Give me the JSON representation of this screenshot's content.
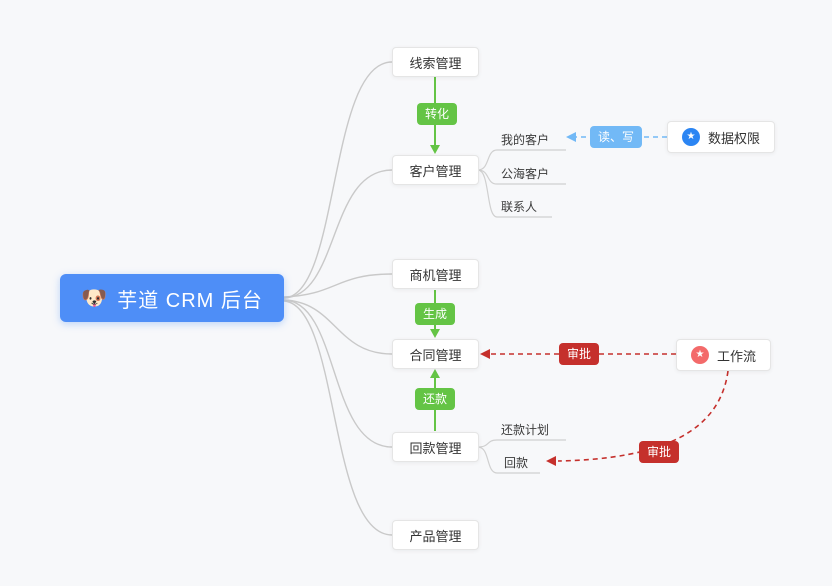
{
  "colors": {
    "background": "#f7f8fa",
    "root_blue": "#4e8ef7",
    "green": "#64c445",
    "light_blue": "#72b9f6",
    "red": "#c5302c",
    "node_border": "#e5e5e5",
    "line_gray": "#c9c9c9",
    "text": "#333333",
    "permission_icon_blue": "#2b85f3",
    "workflow_icon_pink": "#f36a6a"
  },
  "root": {
    "icon": "🐶",
    "label": "芋道 CRM 后台"
  },
  "nodes": {
    "leads": {
      "label": "线索管理"
    },
    "customers": {
      "label": "客户管理"
    },
    "opportunity": {
      "label": "商机管理"
    },
    "contract": {
      "label": "合同管理"
    },
    "receivable": {
      "label": "回款管理"
    },
    "product": {
      "label": "产品管理"
    }
  },
  "sub_nodes": {
    "my_customers": {
      "label": "我的客户"
    },
    "public_customers": {
      "label": "公海客户"
    },
    "contacts": {
      "label": "联系人"
    },
    "repayment_plan": {
      "label": "还款计划"
    },
    "repayment": {
      "label": "回款"
    }
  },
  "badges": {
    "convert": {
      "label": "转化"
    },
    "generate": {
      "label": "生成"
    },
    "repay": {
      "label": "还款"
    },
    "read_write": {
      "label": "读、写"
    },
    "approve_contract": {
      "label": "审批"
    },
    "approve_repayment": {
      "label": "审批"
    }
  },
  "side_nodes": {
    "data_permission": {
      "label": "数据权限",
      "icon_glyph": "★"
    },
    "workflow": {
      "label": "工作流",
      "icon_glyph": "★"
    }
  }
}
